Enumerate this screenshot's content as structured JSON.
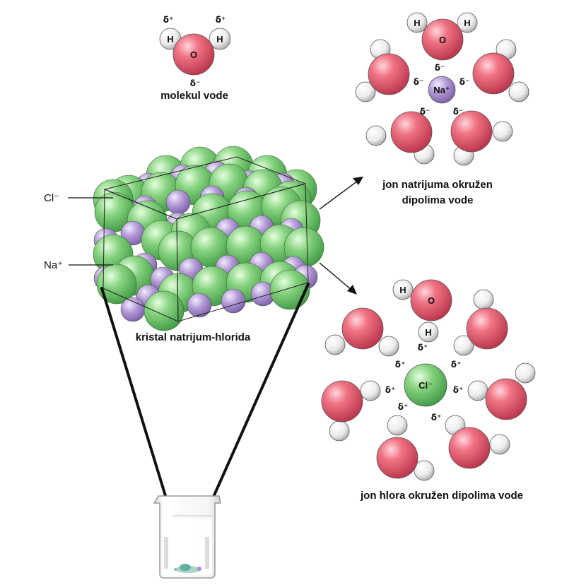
{
  "labels": {
    "water_molecule": "molekul vode",
    "crystal": "kristal natrijum-hlorida",
    "sodium_line1": "jon natrijuma okružen",
    "sodium_line2": "dipolima vode",
    "chloride": "jon hlora okružen dipolima vode",
    "cl_pointer": "Cl⁻",
    "na_pointer": "Na⁺"
  },
  "atoms": {
    "hydrogen": "H",
    "oxygen": "O",
    "sodium": "Na⁺",
    "chloride": "Cl⁻"
  },
  "charges": {
    "delta_plus": "δ⁺",
    "delta_minus": "δ⁻"
  },
  "colors": {
    "oxygen": "#e0566a",
    "hydrogen": "#ececec",
    "chloride": "#6cc46a",
    "sodium": "#a48cc8",
    "line": "#111111"
  }
}
